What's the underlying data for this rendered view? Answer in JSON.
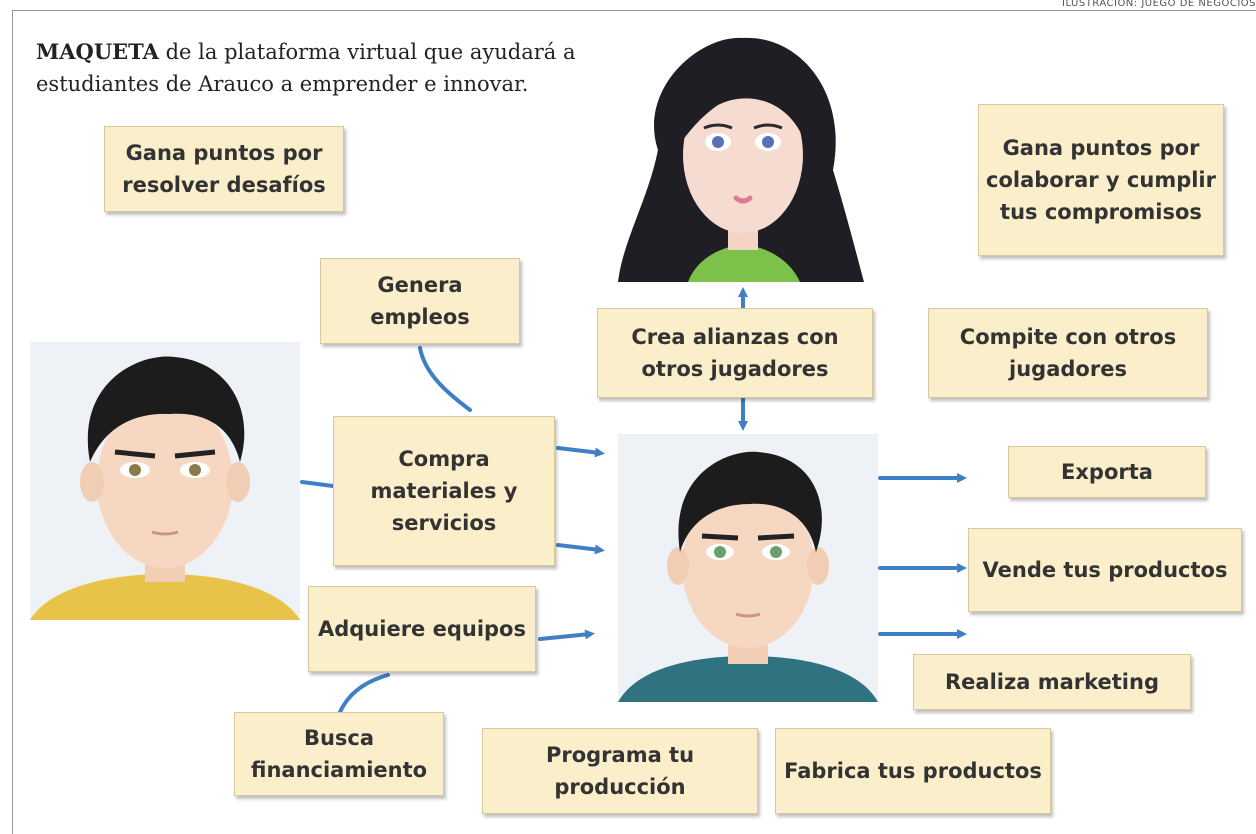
{
  "credit": "ILUSTRACIÓN: JUEGO DE NEGOCIOS",
  "caption": {
    "bold": "MAQUETA",
    "text": " de la plataforma virtual que ayudará a estudiantes de Arauco a emprender e innovar."
  },
  "boxes": {
    "gana_desafios": "Gana puntos por resolver desafíos",
    "gana_colaborar": "Gana puntos por colaborar y cumplir tus compromisos",
    "genera_empleos": "Genera empleos",
    "crea_alianzas": "Crea alianzas con otros jugadores",
    "compite": "Compite con otros jugadores",
    "compra": "Compra materiales y servicios",
    "exporta": "Exporta",
    "vende": "Vende tus productos",
    "adquiere": "Adquiere equipos",
    "realiza_marketing": "Realiza marketing",
    "busca_financiamiento": "Busca financiamiento",
    "programa": "Programa tu producción",
    "fabrica": "Fabrica tus productos"
  },
  "colors": {
    "box_fill": "#fbefcb",
    "arrow": "#3f7fc6",
    "avatar_bg": "#eef2f7"
  },
  "avatars": [
    "female-player-avatar",
    "supplier-player-avatar",
    "main-player-avatar"
  ]
}
